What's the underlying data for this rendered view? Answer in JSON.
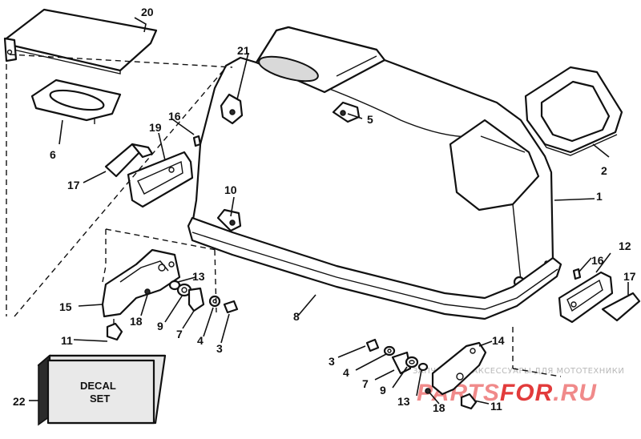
{
  "callouts": {
    "c1": "1",
    "c2": "2",
    "c3a": "3",
    "c3b": "3",
    "c4a": "4",
    "c4b": "4",
    "c5": "5",
    "c6": "6",
    "c7a": "7",
    "c7b": "7",
    "c8": "8",
    "c9a": "9",
    "c9b": "9",
    "c10": "10",
    "c11a": "11",
    "c11b": "11",
    "c12": "12",
    "c13a": "13",
    "c13b": "13",
    "c14": "14",
    "c15": "15",
    "c16a": "16",
    "c16b": "16",
    "c17a": "17",
    "c17b": "17",
    "c18a": "18",
    "c18b": "18",
    "c19": "19",
    "c20": "20",
    "c21": "21",
    "c22": "22"
  },
  "decal": {
    "line1": "DECAL",
    "line2": "SET"
  },
  "watermark": {
    "tagline": "ЗАПЧАСТИ И АКСЕССУАРЫ ДЛЯ МОТОТЕХНИКИ",
    "brand_a": "PARTS",
    "brand_b": "FOR",
    "brand_c": ".RU",
    "color_primary": "#e23b3b",
    "color_secondary": "#f08a8a"
  }
}
